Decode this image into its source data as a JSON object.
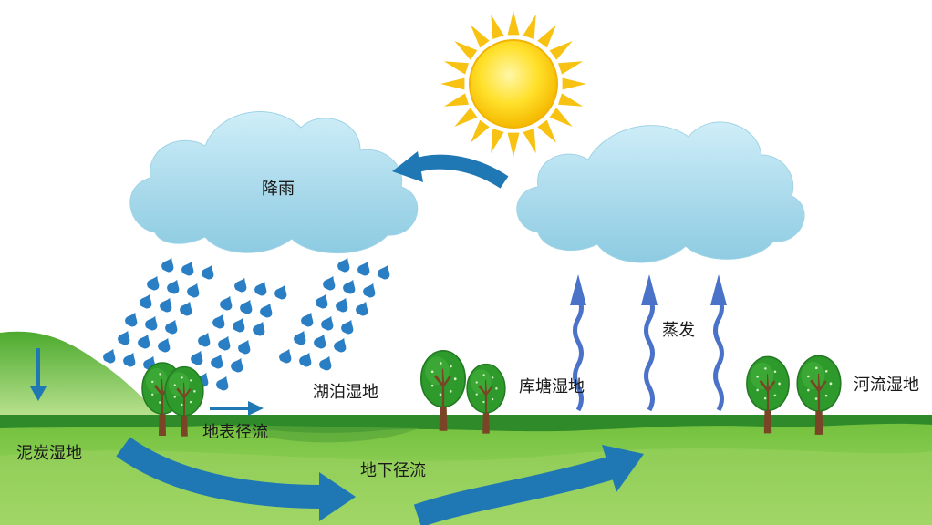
{
  "labels": {
    "rainfall": "降雨",
    "evaporation": "蒸发",
    "surface_runoff": "地表径流",
    "groundwater_runoff": "地下径流",
    "peat_wetland": "泥炭湿地",
    "lake_wetland": "湖泊湿地",
    "reservoir_pond_wetland": "库塘湿地",
    "river_wetland": "河流湿地"
  },
  "colors": {
    "sun_core": "#ffd21a",
    "sun_rays": "#f7c212",
    "cloud": "#a7d9ea",
    "raindrop": "#2a7fc4",
    "arrow_blue": "#1f78b4",
    "evap_arrow": "#4a72c8",
    "ground_top": "#2f8a2a",
    "ground_fill": "#8ccf55",
    "tree_canopy": "#2e9a2c",
    "tree_trunk": "#7a4426"
  },
  "icons": [
    "sun-icon",
    "cloud-icon",
    "raindrop-icon",
    "tree-icon",
    "arrow-icon"
  ]
}
